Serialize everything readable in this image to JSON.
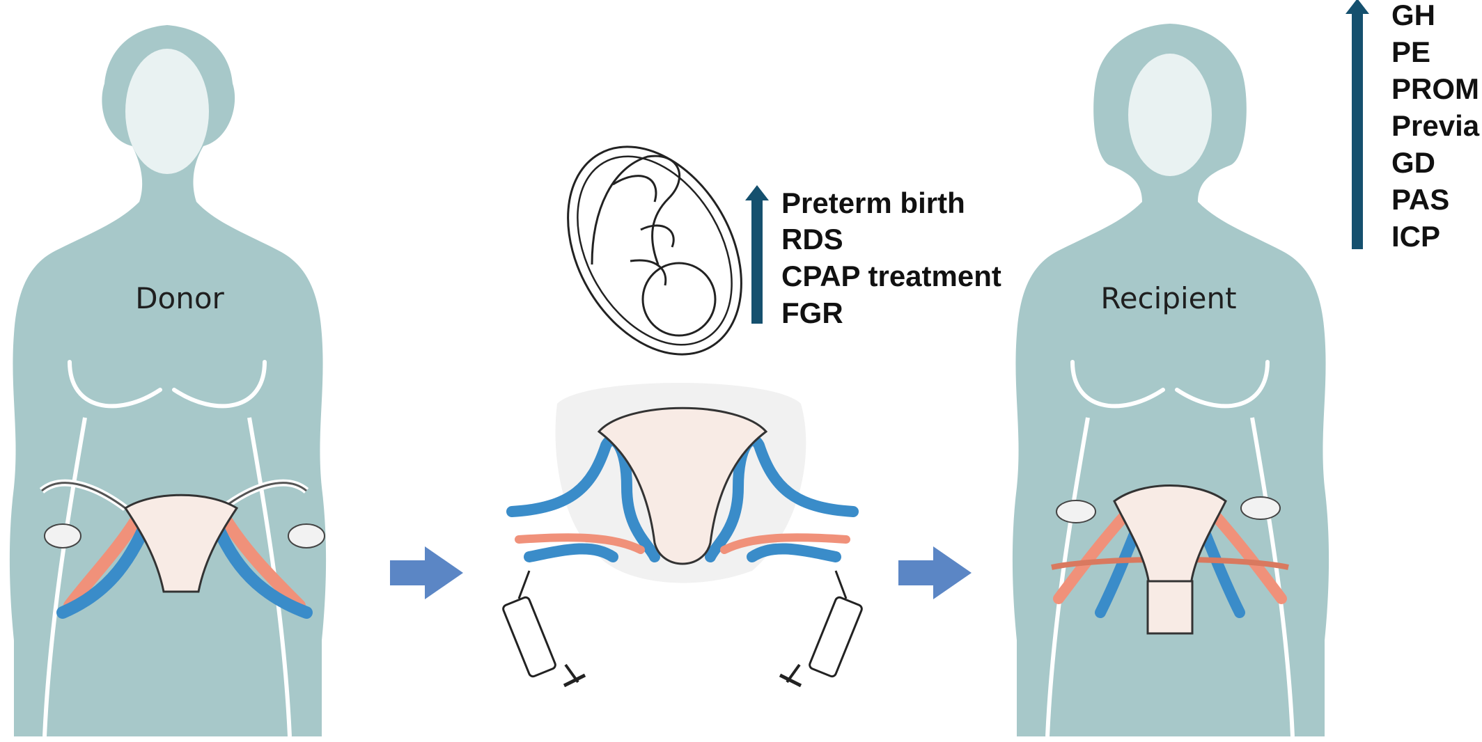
{
  "labels": {
    "donor": "Donor",
    "recipient": "Recipient"
  },
  "offspring_outcomes": {
    "direction": "increased",
    "items": [
      "Preterm birth",
      "RDS",
      "CPAP treatment",
      "FGR"
    ]
  },
  "maternal_outcomes": {
    "direction": "increased",
    "items": [
      "GH",
      "PE",
      "PROM",
      "Previa",
      "GD",
      "PAS",
      "ICP"
    ]
  },
  "colors": {
    "silhouette": "#a7c8c9",
    "head": "#e9f2f2",
    "artery": "#f0917a",
    "vein": "#3a8cc9",
    "uterus": "#f8ebe5",
    "process_arrow": "#5b86c5",
    "trend_arrow": "#15506e"
  },
  "icons": {
    "process_arrows": "right-arrow",
    "trend_arrows": "up-arrow",
    "fetus": "fetus-in-womb",
    "syringes": "syringe"
  }
}
